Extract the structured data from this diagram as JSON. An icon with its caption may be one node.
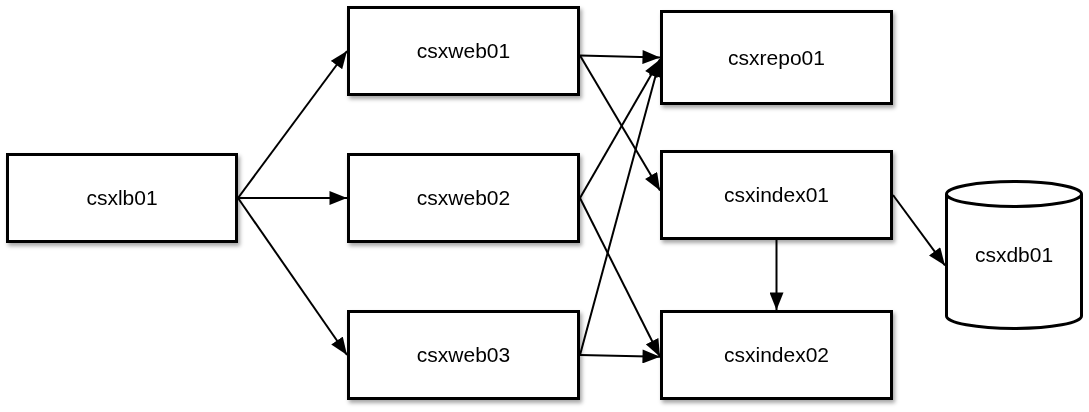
{
  "diagram": {
    "nodes": [
      {
        "text": [
          "csxlb01"
        ]
      },
      {
        "text": [
          "csxweb01"
        ]
      },
      {
        "text": [
          "csxweb02"
        ]
      },
      {
        "text": [
          "csxweb03"
        ]
      },
      {
        "text": [
          "csxrepo01"
        ]
      },
      {
        "text": [
          "csxindex01"
        ]
      },
      {
        "text": [
          "csxindex02"
        ]
      },
      {
        "text": [
          "csxdb01"
        ]
      }
    ],
    "edges": [
      {
        "from": 0,
        "to": 1,
        "arrow": "to"
      },
      {
        "from": 0,
        "to": 2,
        "arrow": "to"
      },
      {
        "from": 0,
        "to": 3,
        "arrow": "to"
      },
      {
        "from": 1,
        "to": 4,
        "arrow": "to"
      },
      {
        "from": 1,
        "to": 5,
        "arrow": "to"
      },
      {
        "from": 2,
        "to": 4,
        "arrow": "to"
      },
      {
        "from": 2,
        "to": 6,
        "arrow": "to"
      },
      {
        "from": 3,
        "to": 4,
        "arrow": "to"
      },
      {
        "from": 3,
        "to": 6,
        "arrow": "to"
      },
      {
        "from": 5,
        "to": 6,
        "arrow": "to"
      },
      {
        "from": 5,
        "to": 7,
        "arrow": "to"
      }
    ]
  }
}
